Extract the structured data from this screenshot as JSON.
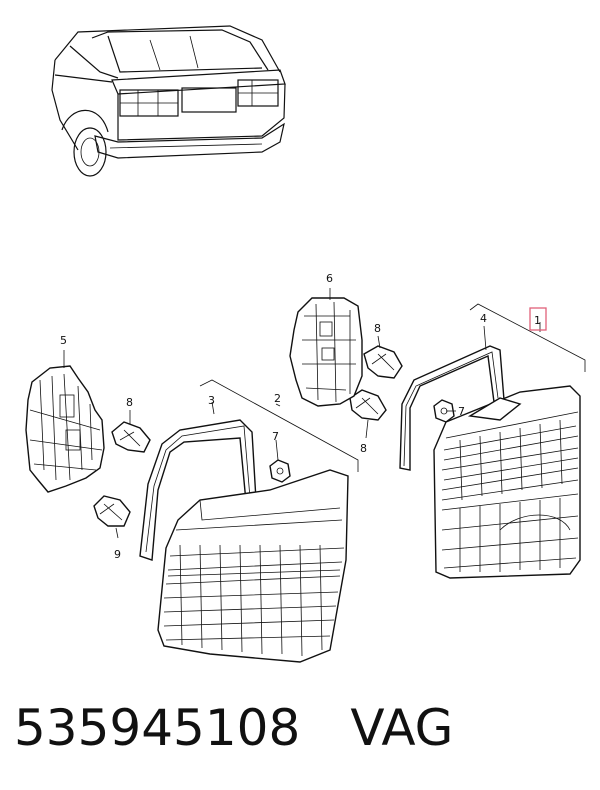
{
  "diagram": {
    "callouts": {
      "part_1": "1",
      "part_2": "2",
      "part_3": "3",
      "part_4": "4",
      "part_5": "5",
      "part_6": "6",
      "part_7a": "7",
      "part_7b": "7",
      "part_8a": "8",
      "part_8b": "8",
      "part_8c": "8",
      "part_9": "9"
    },
    "highlight_color": "#e0607a"
  },
  "caption": {
    "part_number": "535945108",
    "brand": "VAG"
  }
}
